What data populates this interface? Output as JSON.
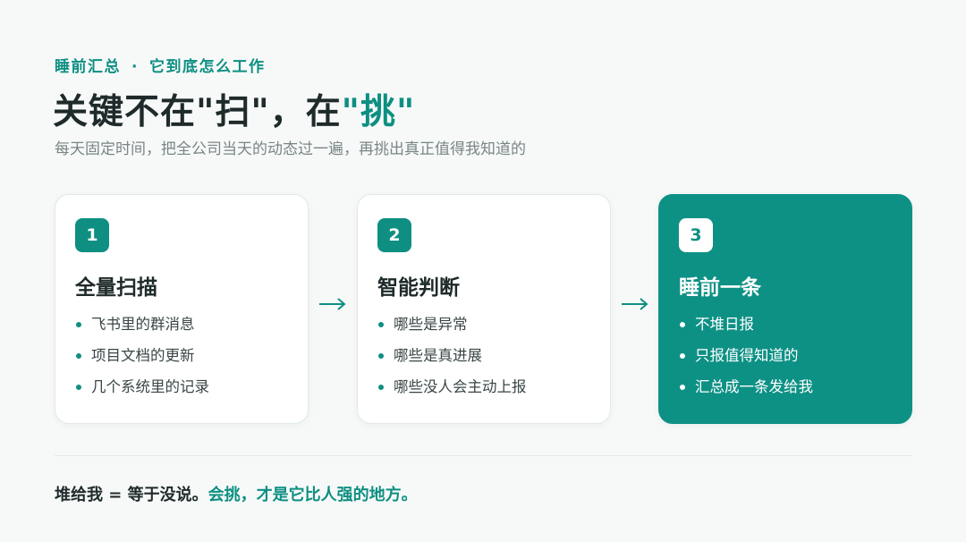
{
  "header": {
    "kicker_left": "睡前汇总",
    "kicker_sep": "·",
    "kicker_right": "它到底怎么工作",
    "title_main": "关键不在\"扫\"，在",
    "title_accent": "\"挑\"",
    "subtitle": "每天固定时间，把全公司当天的动态过一遍，再挑出真正值得我知道的"
  },
  "steps": [
    {
      "number": "1",
      "title": "全量扫描",
      "items": [
        "飞书里的群消息",
        "项目文档的更新",
        "几个系统里的记录"
      ]
    },
    {
      "number": "2",
      "title": "智能判断",
      "items": [
        "哪些是异常",
        "哪些是真进展",
        "哪些没人会主动上报"
      ]
    },
    {
      "number": "3",
      "title": "睡前一条",
      "items": [
        "不堆日报",
        "只报值得知道的",
        "汇总成一条发给我"
      ]
    }
  ],
  "footer": {
    "text_main": "堆给我 = 等于没说。",
    "text_accent": "会挑，才是它比人强的地方。"
  },
  "colors": {
    "accent": "#0e8f82",
    "highlight_card": "#0e9185",
    "background": "#f7f9f9"
  }
}
